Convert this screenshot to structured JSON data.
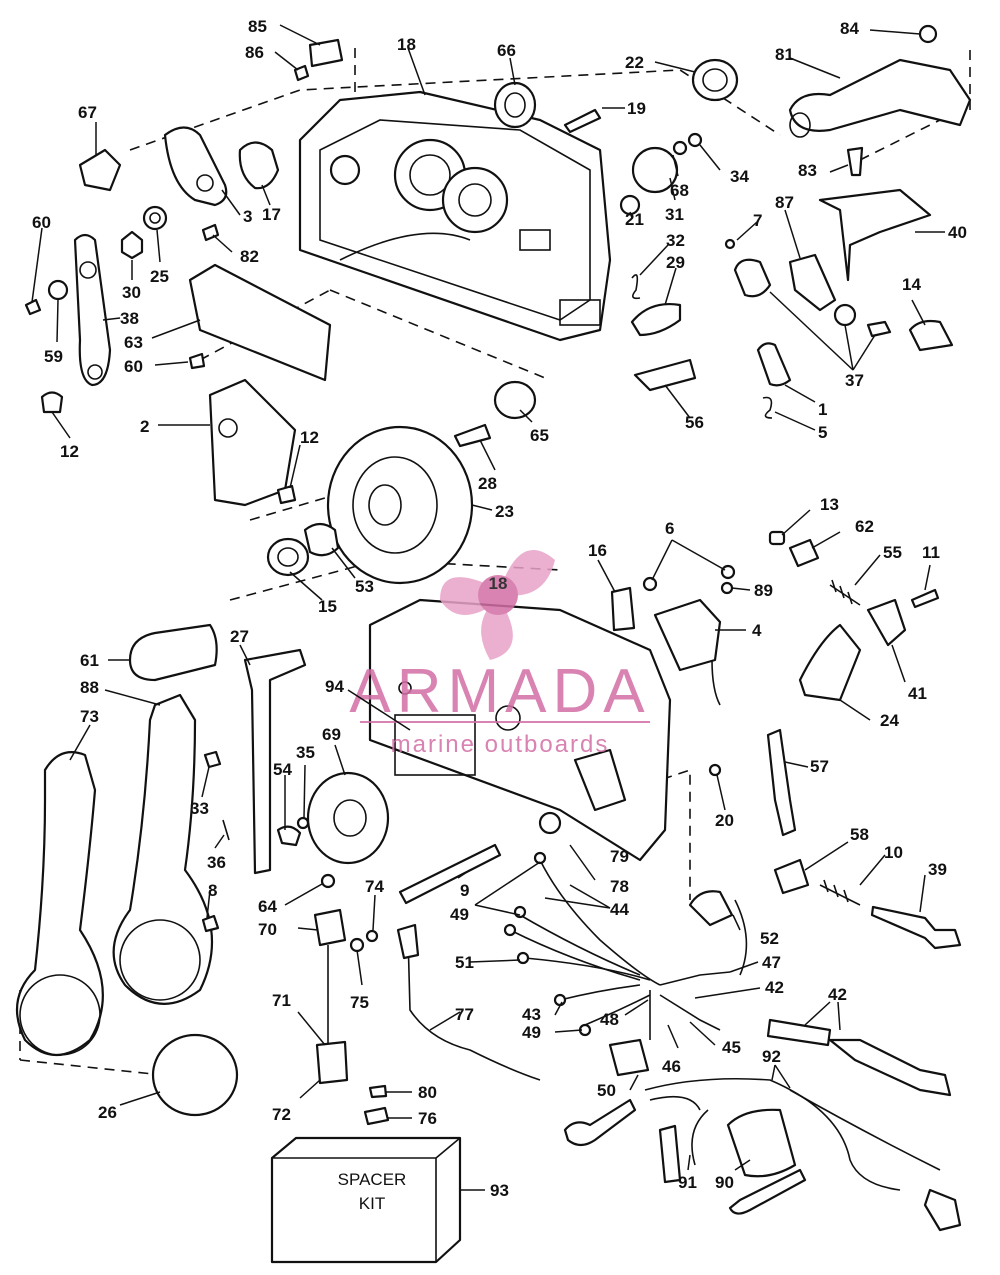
{
  "watermark": {
    "brand": "ARMADA",
    "tagline": "marine outboards",
    "logo_icon": "propeller-icon",
    "color": "#d26ea5",
    "logo_number": "18"
  },
  "spacer_kit": {
    "label_line1": "SPACER",
    "label_line2": "KIT",
    "number": "93"
  },
  "callouts": {
    "c1": "1",
    "c2": "2",
    "c3": "3",
    "c4": "4",
    "c5": "5",
    "c6": "6",
    "c7": "7",
    "c8": "8",
    "c9": "9",
    "c10": "10",
    "c11": "11",
    "c12a": "12",
    "c12b": "12",
    "c13": "13",
    "c14": "14",
    "c15": "15",
    "c16": "16",
    "c17": "17",
    "c18a": "18",
    "c19": "19",
    "c20": "20",
    "c21": "21",
    "c22": "22",
    "c23": "23",
    "c24": "24",
    "c25": "25",
    "c26": "26",
    "c27": "27",
    "c28": "28",
    "c29": "29",
    "c30": "30",
    "c31": "31",
    "c32": "32",
    "c33": "33",
    "c34": "34",
    "c35": "35",
    "c36": "36",
    "c37": "37",
    "c38": "38",
    "c39": "39",
    "c40": "40",
    "c41": "41",
    "c42a": "42",
    "c42b": "42",
    "c43": "43",
    "c44": "44",
    "c45": "45",
    "c46": "46",
    "c47": "47",
    "c48": "48",
    "c49a": "49",
    "c49b": "49",
    "c50": "50",
    "c51": "51",
    "c52": "52",
    "c53": "53",
    "c54": "54",
    "c55": "55",
    "c56": "56",
    "c57": "57",
    "c58": "58",
    "c59": "59",
    "c60a": "60",
    "c60b": "60",
    "c61": "61",
    "c62": "62",
    "c63": "63",
    "c64": "64",
    "c65": "65",
    "c66": "66",
    "c67": "67",
    "c68": "68",
    "c69": "69",
    "c70": "70",
    "c71": "71",
    "c72": "72",
    "c73": "73",
    "c74": "74",
    "c75": "75",
    "c76": "76",
    "c77": "77",
    "c78": "78",
    "c79": "79",
    "c80": "80",
    "c81": "81",
    "c82": "82",
    "c83": "83",
    "c84": "84",
    "c85": "85",
    "c86": "86",
    "c87": "87",
    "c88": "88",
    "c89": "89",
    "c90": "90",
    "c91": "91",
    "c92": "92",
    "c94": "94"
  }
}
